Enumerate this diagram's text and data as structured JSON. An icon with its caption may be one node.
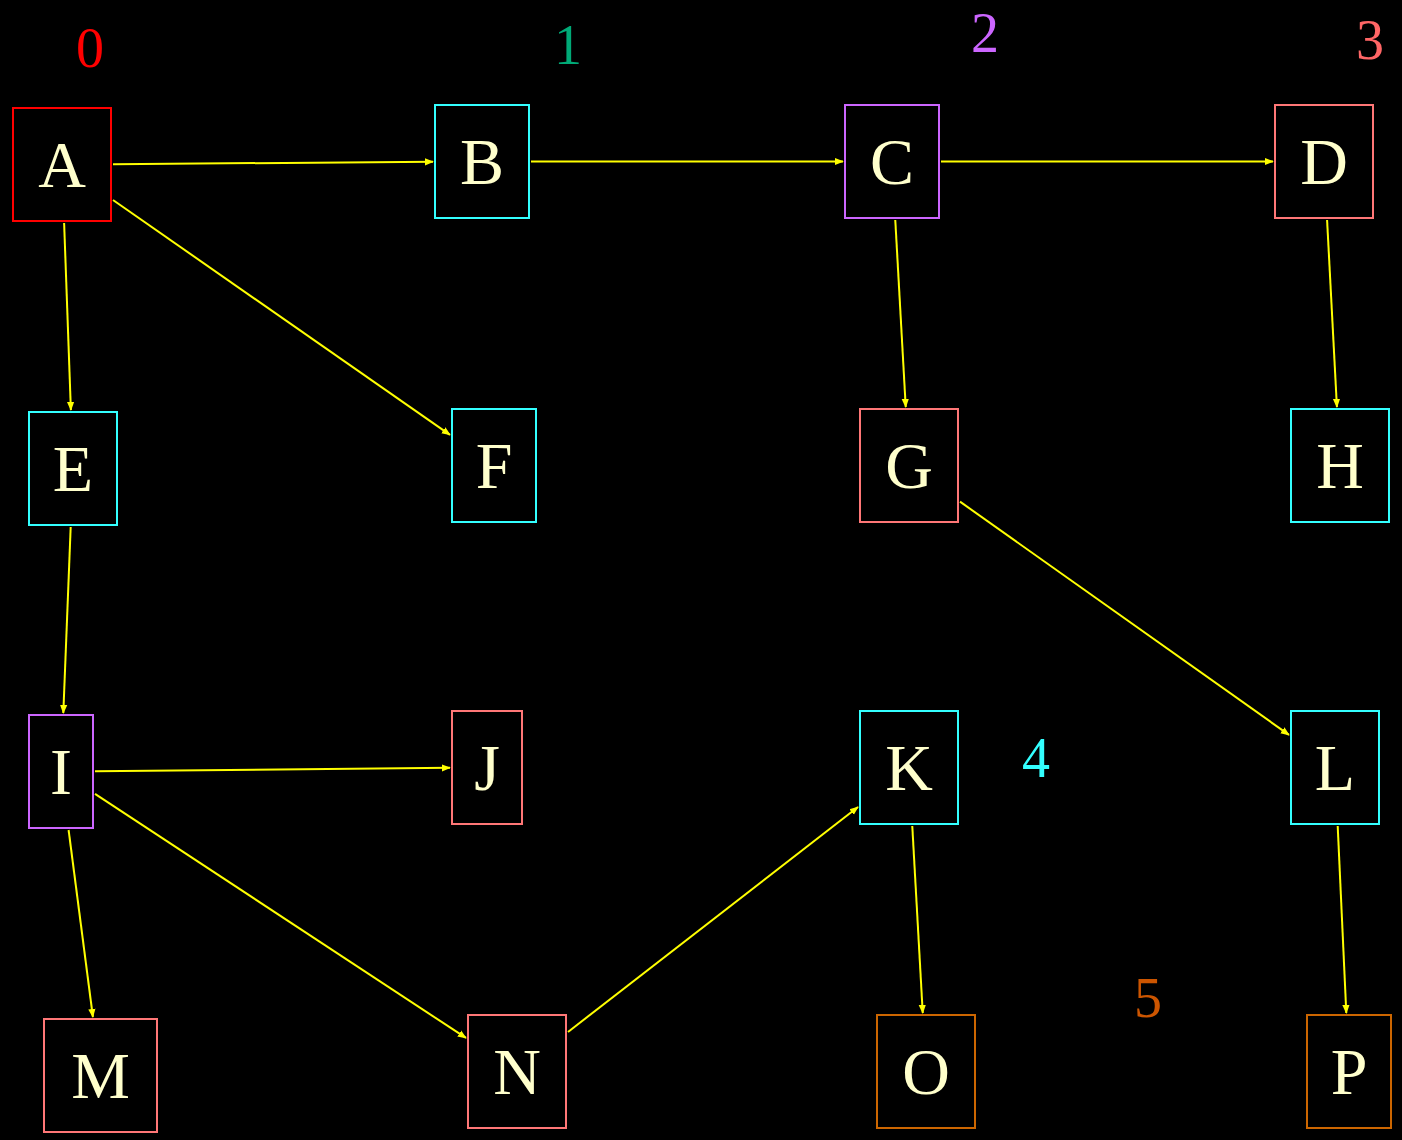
{
  "diagram": {
    "nodes": [
      {
        "text": [
          "A"
        ]
      },
      {
        "text": [
          "B"
        ]
      },
      {
        "text": [
          "C"
        ]
      },
      {
        "text": [
          "D"
        ]
      },
      {
        "text": [
          "E"
        ]
      },
      {
        "text": [
          "F"
        ]
      },
      {
        "text": [
          "G"
        ]
      },
      {
        "text": [
          "H"
        ]
      },
      {
        "text": [
          "I"
        ]
      },
      {
        "text": [
          "J"
        ]
      },
      {
        "text": [
          "K"
        ]
      },
      {
        "text": [
          "L"
        ]
      },
      {
        "text": [
          "M"
        ]
      },
      {
        "text": [
          "N"
        ]
      },
      {
        "text": [
          "O"
        ]
      },
      {
        "text": [
          "P"
        ]
      }
    ],
    "edges": [
      {
        "from": 0,
        "to": 1,
        "arrow": "to"
      },
      {
        "from": 1,
        "to": 2,
        "arrow": "to"
      },
      {
        "from": 2,
        "to": 3,
        "arrow": "to"
      },
      {
        "from": 0,
        "to": 4,
        "arrow": "to"
      },
      {
        "from": 0,
        "to": 5,
        "arrow": "to"
      },
      {
        "from": 2,
        "to": 6,
        "arrow": "to"
      },
      {
        "from": 3,
        "to": 7,
        "arrow": "to"
      },
      {
        "from": 4,
        "to": 8,
        "arrow": "to"
      },
      {
        "from": 6,
        "to": 11,
        "arrow": "to"
      },
      {
        "from": 8,
        "to": 9,
        "arrow": "to"
      },
      {
        "from": 8,
        "to": 13,
        "arrow": "to"
      },
      {
        "from": 8,
        "to": 12,
        "arrow": "to"
      },
      {
        "from": 13,
        "to": 10,
        "arrow": "to"
      },
      {
        "from": 10,
        "to": 14,
        "arrow": "to"
      },
      {
        "from": 11,
        "to": 15,
        "arrow": "to"
      }
    ],
    "labels": [
      "0",
      "1",
      "2",
      "3",
      "4",
      "5"
    ]
  }
}
